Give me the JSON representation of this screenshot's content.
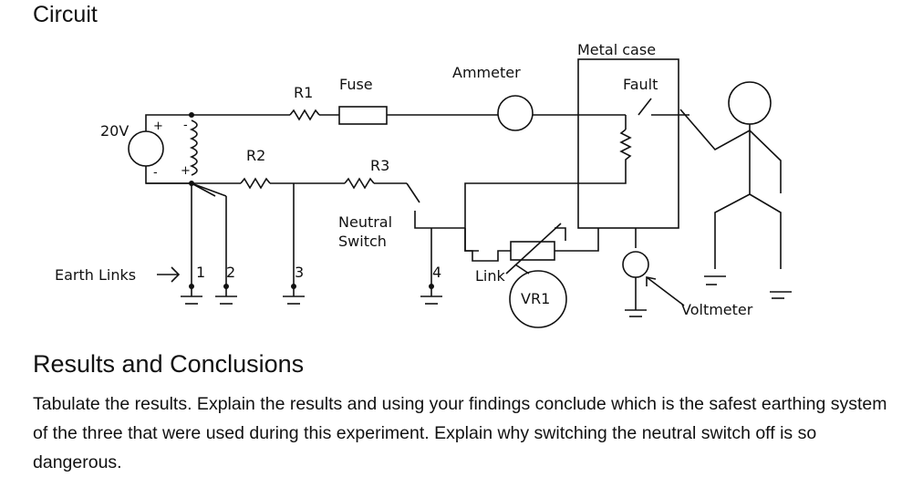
{
  "headings": {
    "circuit": "Circuit",
    "results": "Results and Conclusions"
  },
  "body": {
    "paragraph": "Tabulate the results.  Explain the results and using your findings conclude which is the safest earthing system of the three that were used during this experiment.  Explain why switching the neutral switch off is so dangerous."
  },
  "diagram": {
    "source_label": "20V",
    "plus": "+",
    "minus": "-",
    "r1": "R1",
    "r2": "R2",
    "r3": "R3",
    "fuse": "Fuse",
    "ammeter": "Ammeter",
    "metal_case": "Metal case",
    "fault": "Fault",
    "neutral_switch_line1": "Neutral",
    "neutral_switch_line2": "Switch",
    "link": "Link",
    "vr1": "VR1",
    "voltmeter": "Voltmeter",
    "earth_links": "Earth Links",
    "earth_1": "1",
    "earth_2": "2",
    "earth_3": "3",
    "earth_4": "4"
  }
}
